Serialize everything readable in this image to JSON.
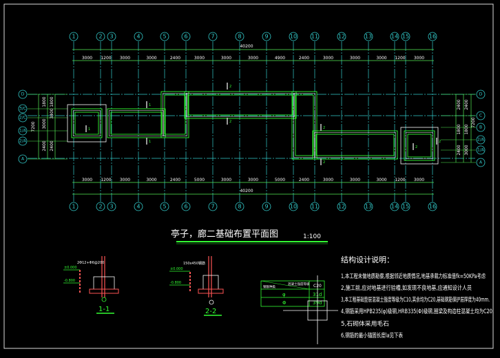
{
  "drawing": {
    "title": "亭子，廊二基础布置平面图",
    "scale": "1:100",
    "overall_dim": "40200",
    "columns": [
      "1",
      "2",
      "3",
      "4",
      "5",
      "6",
      "7",
      "8",
      "9",
      "10",
      "11",
      "12",
      "13",
      "14",
      "15",
      "16"
    ],
    "top_dims": [
      "3000",
      "1200",
      "3000",
      "3000",
      "2400",
      "3000",
      "3000",
      "3000",
      "4900",
      "2400",
      "3000",
      "3000",
      "3000",
      "1200",
      "3000"
    ],
    "bottom_dims": [
      "3000",
      "1200",
      "3000",
      "3000",
      "2400",
      "5000",
      "3000",
      "3000",
      "5000",
      "2400",
      "3000",
      "3000",
      "3000",
      "1200",
      "3000"
    ],
    "left_rows": [
      "D",
      "3/C",
      "2/C",
      "1/A",
      "2/A",
      "A"
    ],
    "left_dims": [
      "7200",
      "1800",
      "3000",
      "2400",
      "1800",
      "3400",
      "2400"
    ],
    "right_rows": [
      "D",
      "C",
      "B",
      "2/A",
      "1/A",
      "A"
    ],
    "right_dims": [
      "2400",
      "2400",
      "1800",
      "1800",
      "7200",
      "2400",
      "3000"
    ],
    "section_marks": [
      "1",
      "2"
    ]
  },
  "sections": [
    {
      "label": "1-1",
      "note1": "2Φ12+Φ6@200",
      "elev1": "±0.000",
      "elev2": "-0.800"
    },
    {
      "label": "2-2",
      "note1": "150x450钢筋",
      "elev1": "±0.000",
      "elev2": "-0.800"
    }
  ],
  "table": {
    "header_left": "钢筋种类",
    "header_mid": "混凝土强度等级",
    "header_right": "C20",
    "rows": [
      {
        "type": "φ",
        "value": "31d"
      },
      {
        "type": "Φ",
        "value": "39d"
      }
    ]
  },
  "notes": {
    "title": "结构设计说明：",
    "items": [
      "1,本工程未做地质勘察,根据邻近地质情况,地基承载力标准值fk=50KPa考虑",
      "2,施工前,应对地基进行验槽,如发现不良地基,应通知设计人员",
      "3,本工程基础垫层混凝土强度等级为C10,其余均为C20,基础钢筋保护层厚度为40mm.",
      "4,钢筋采用HPB235(φ)级钢,HRB335(Φ)级钢,圈梁及构造柱混凝土均为C20.",
      "5,石砌体采用毛石",
      "6,钢筋的最小锚固长度la见下表"
    ]
  },
  "colors": {
    "grid": "#3cc",
    "wall": "#3f3",
    "dim": "#5e5",
    "frame": "#fff",
    "rebar": "#f44"
  }
}
